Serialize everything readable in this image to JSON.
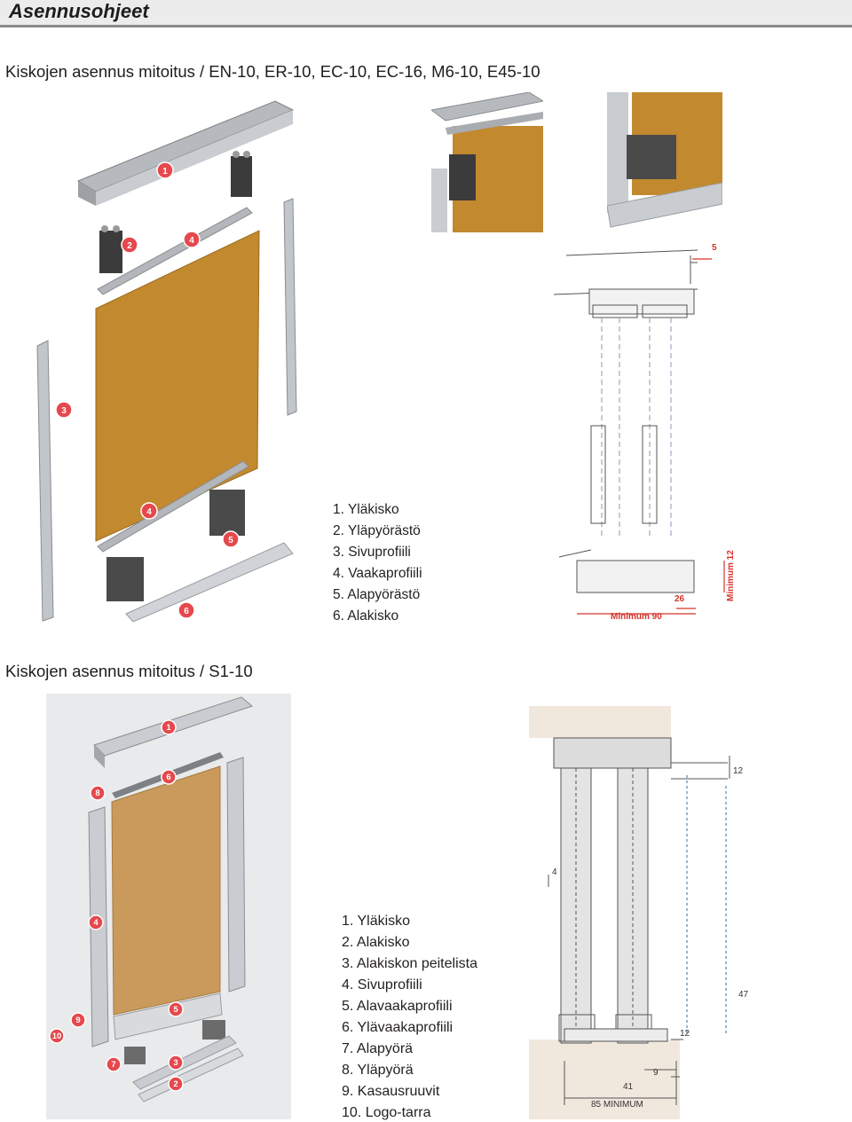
{
  "header": {
    "title": "Asennusohjeet"
  },
  "section1": {
    "title": "Kiskojen asennus mitoitus / EN-10, ER-10, EC-10, EC-16, M6-10, E45-10",
    "legend": [
      "1. Yläkisko",
      "2. Yläpyörästö",
      "3. Sivuprofiili",
      "4. Vaakaprofiili",
      "5. Alapyörästö",
      "6. Alakisko"
    ],
    "callouts": [
      "1",
      "2",
      "3",
      "4",
      "4",
      "5",
      "6"
    ],
    "dimensions": {
      "side_gap": "5",
      "min_depth": "Minimum 90",
      "offset": "26",
      "min_height": "Minimum 12"
    }
  },
  "section2": {
    "title": "Kiskojen asennus mitoitus / S1-10",
    "legend": [
      "1. Yläkisko",
      "2. Alakisko",
      "3. Alakiskon peitelista",
      "4. Sivuprofiili",
      "5. Alavaakaprofiili",
      "6. Ylävaakaprofiili",
      "7. Alapyörä",
      "8. Yläpyörä",
      "9. Kasausruuvit",
      "10. Logo-tarra"
    ],
    "callouts": [
      "1",
      "6",
      "8",
      "4",
      "5",
      "9",
      "10",
      "7",
      "3",
      "2"
    ],
    "dimensions": {
      "top_gap": "12",
      "bottom_gap": "12",
      "side_width": "4",
      "height_47": "47",
      "width_41": "41",
      "width_9": "9",
      "min_depth": "85 MINIMUM"
    }
  },
  "colors": {
    "callout": "#e5484d",
    "panel_wood": "#c2892e",
    "rail": "#b9bcc0",
    "dimension_red": "#d6332b"
  }
}
